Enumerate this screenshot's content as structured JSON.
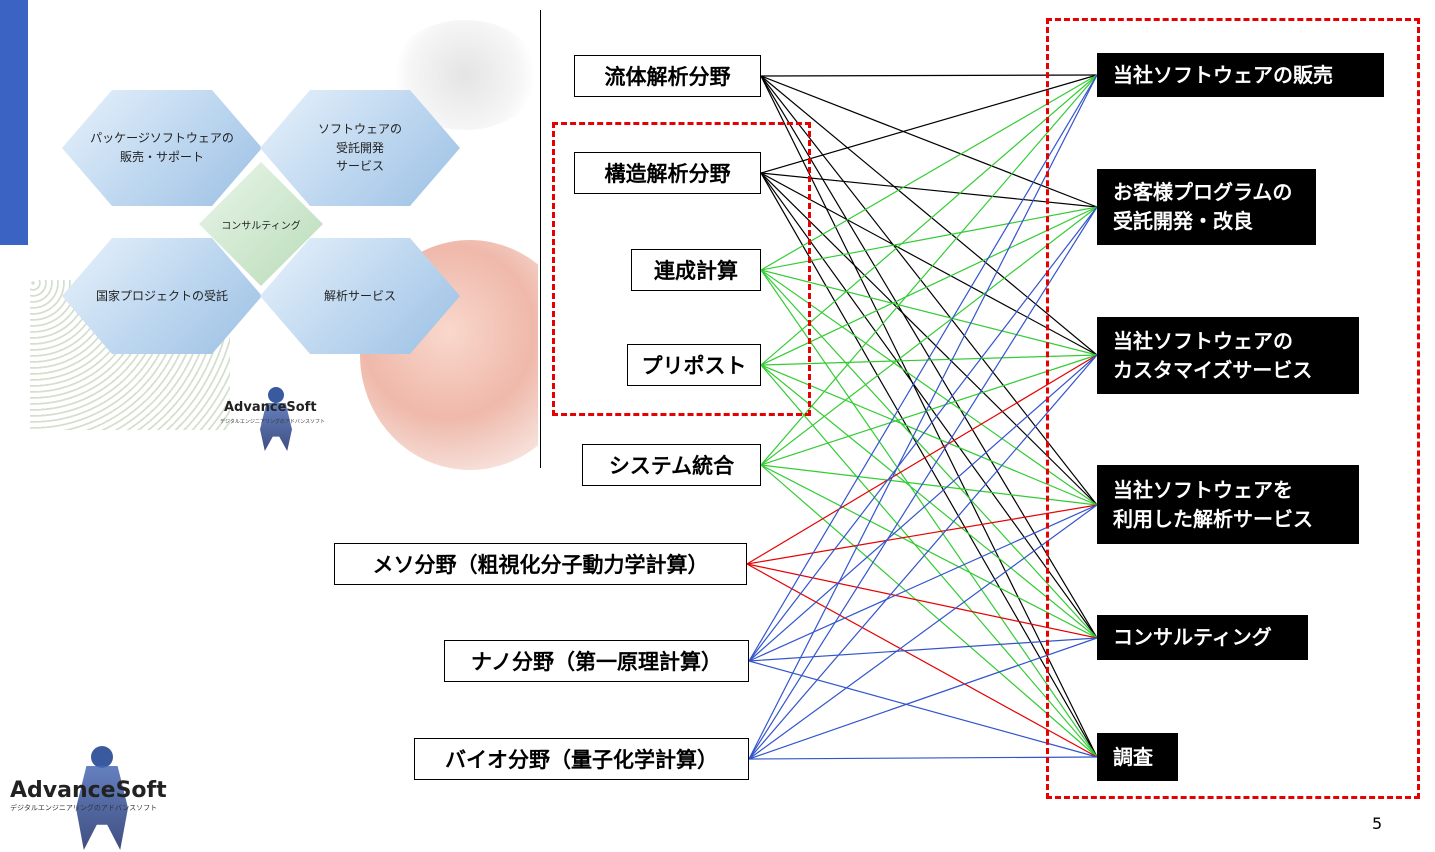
{
  "hexagon_panel": {
    "hexes": [
      {
        "label": "パッケージソフトウェアの\n販売・サポート"
      },
      {
        "label": "ソフトウェアの\n受託開発\nサービス"
      },
      {
        "label": "国家プロジェクトの受託"
      },
      {
        "label": "解析サービス"
      }
    ],
    "center_label": "コンサルティング",
    "logo_text": "AdvanceSoft",
    "logo_tagline": "デジタルエンジニアリングのアドバンスソフト"
  },
  "corner_logo": {
    "text": "AdvanceSoft",
    "tagline": "デジタルエンジニアリングのアドバンスソフト"
  },
  "diagram": {
    "sources": [
      {
        "label": "流体解析分野",
        "color": "#000000"
      },
      {
        "label": "構造解析分野",
        "color": "#000000"
      },
      {
        "label": "連成計算",
        "color": "#33cc33"
      },
      {
        "label": "プリポスト",
        "color": "#33cc33"
      },
      {
        "label": "システム統合",
        "color": "#33cc33"
      },
      {
        "label": "メソ分野（粗視化分子動力学計算）",
        "color": "#e60000"
      },
      {
        "label": "ナノ分野（第一原理計算）",
        "color": "#3355cc"
      },
      {
        "label": "バイオ分野（量子化学計算）",
        "color": "#3355cc"
      }
    ],
    "targets": [
      {
        "label": "当社ソフトウェアの販売"
      },
      {
        "label": "お客様プログラムの\n受託開発・改良"
      },
      {
        "label": "当社ソフトウェアの\nカスタマイズサービス"
      },
      {
        "label": "当社ソフトウェアを\n利用した解析サービス"
      },
      {
        "label": "コンサルティング"
      },
      {
        "label": "調査"
      }
    ],
    "links": [
      [
        0,
        0
      ],
      [
        0,
        1
      ],
      [
        0,
        2
      ],
      [
        0,
        3
      ],
      [
        0,
        4
      ],
      [
        0,
        5
      ],
      [
        1,
        0
      ],
      [
        1,
        1
      ],
      [
        1,
        2
      ],
      [
        1,
        3
      ],
      [
        1,
        4
      ],
      [
        1,
        5
      ],
      [
        2,
        0
      ],
      [
        2,
        1
      ],
      [
        2,
        2
      ],
      [
        2,
        3
      ],
      [
        2,
        4
      ],
      [
        2,
        5
      ],
      [
        3,
        0
      ],
      [
        3,
        1
      ],
      [
        3,
        2
      ],
      [
        3,
        3
      ],
      [
        3,
        4
      ],
      [
        3,
        5
      ],
      [
        4,
        0
      ],
      [
        4,
        1
      ],
      [
        4,
        2
      ],
      [
        4,
        3
      ],
      [
        4,
        4
      ],
      [
        4,
        5
      ],
      [
        5,
        2
      ],
      [
        5,
        3
      ],
      [
        5,
        4
      ],
      [
        5,
        5
      ],
      [
        6,
        0
      ],
      [
        6,
        1
      ],
      [
        6,
        2
      ],
      [
        6,
        3
      ],
      [
        6,
        4
      ],
      [
        6,
        5
      ],
      [
        7,
        0
      ],
      [
        7,
        1
      ],
      [
        7,
        2
      ],
      [
        7,
        3
      ],
      [
        7,
        4
      ],
      [
        7,
        5
      ]
    ]
  },
  "page_number": "5"
}
